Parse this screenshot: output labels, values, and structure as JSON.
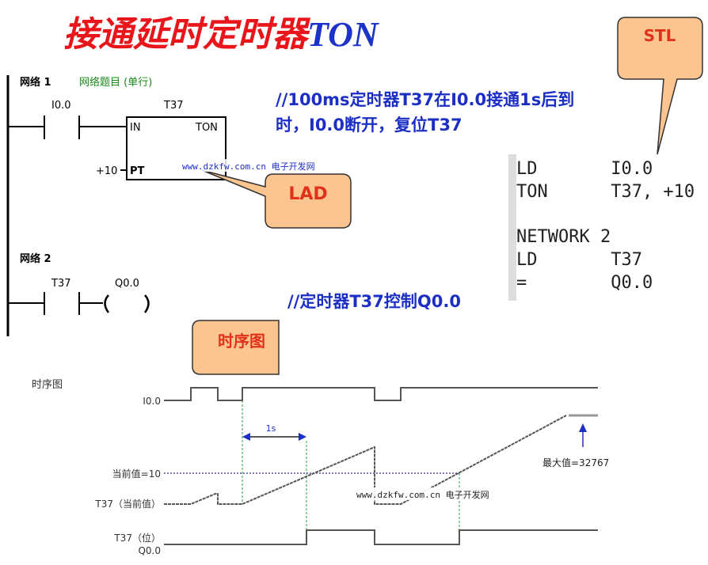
{
  "title": {
    "cn": "接通延时定时器",
    "en": "TON"
  },
  "colors": {
    "title_red": "#e8151b",
    "title_blue": "#1c33c9",
    "comment_blue": "#1c2fc4",
    "callout_fill": "#fcc590",
    "callout_text": "#e0321a",
    "network_title_green": "#1a8a1a",
    "guide_green": "#2aa040",
    "setpoint_blue": "#7c7ccc"
  },
  "ladder": {
    "network1": {
      "label": "网络 1",
      "title": "网络题目 (单行)",
      "contact": "I0.0",
      "timer": "T37",
      "in": "IN",
      "type": "TON",
      "pt": "PT",
      "preset": "+10"
    },
    "network2": {
      "label": "网络 2",
      "contact": "T37",
      "coil": "Q0.0"
    }
  },
  "comments": {
    "line1": "//100ms定时器T37在I0.0接通1s后到",
    "line2": "时，I0.0断开，复位T37",
    "line3": "//定时器T37控制Q0.0"
  },
  "callouts": {
    "lad": "LAD",
    "stl": "STL",
    "timing": "时序图"
  },
  "stl_code": [
    "LD       I0.0",
    "TON      T37, +10",
    "",
    "NETWORK 2",
    "LD       T37",
    "=        Q0.0"
  ],
  "timing": {
    "heading": "时序图",
    "signals": {
      "input": "I0.0",
      "setpoint": "当前值=10",
      "current": "T37（当前值）",
      "bit": "T37（位）",
      "output": "Q0.0"
    },
    "interval": "1s",
    "max_label": "最大值=32767"
  },
  "watermark": "www.dzkfw.com.cn 电子开发网"
}
